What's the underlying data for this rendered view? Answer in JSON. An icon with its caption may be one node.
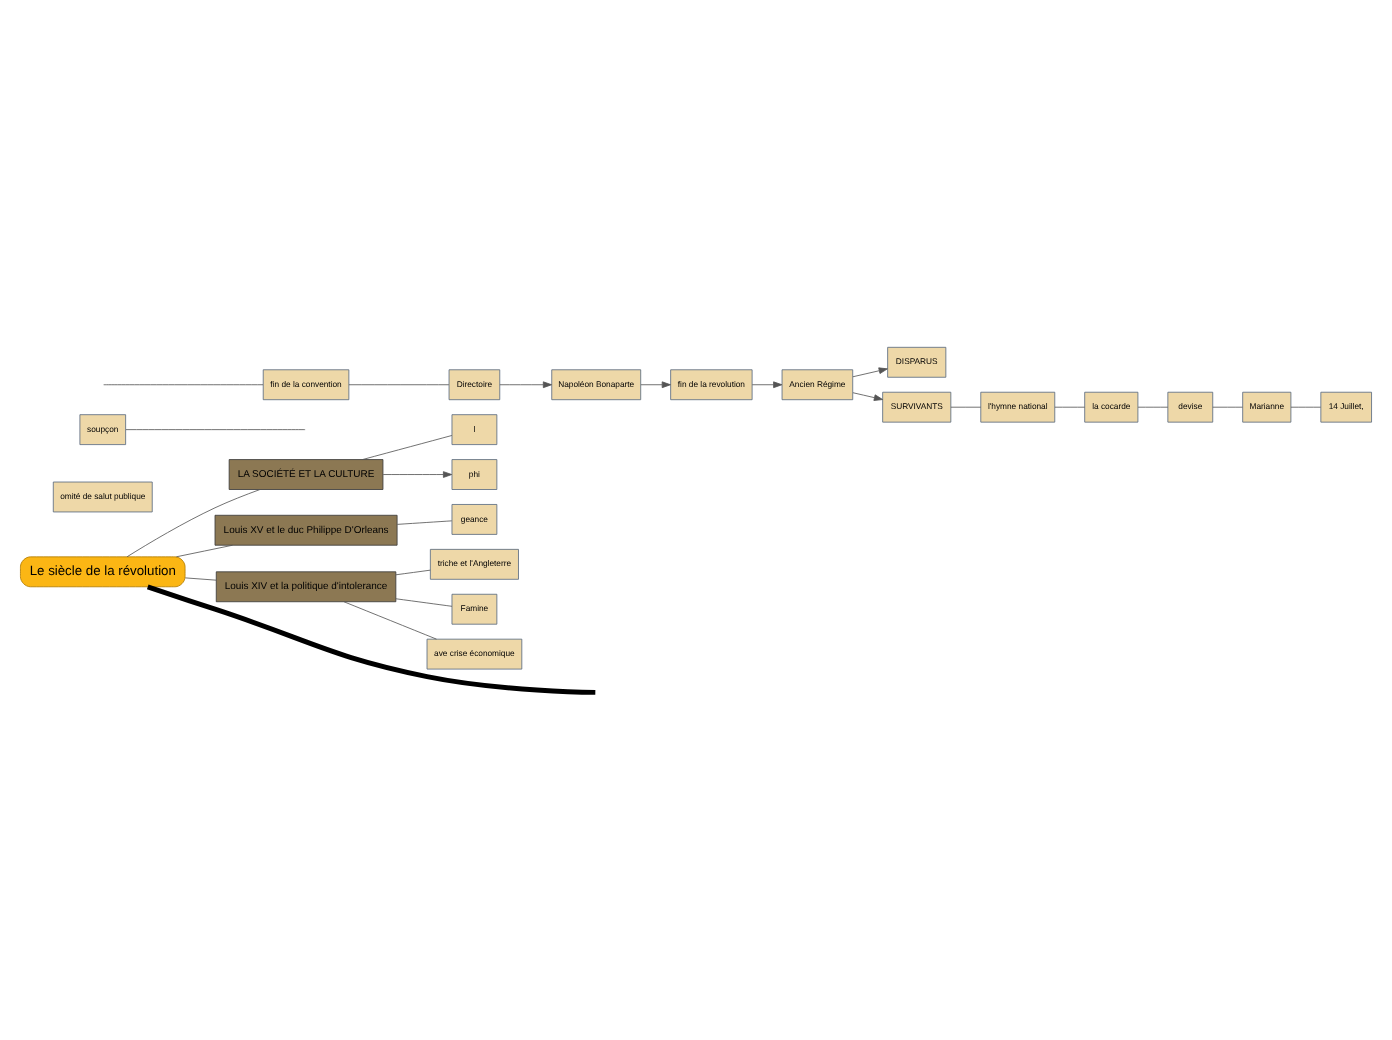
{
  "diagram": {
    "nodes": [
      {
        "text": [
          "Le siècle de la révolution"
        ]
      },
      {
        "text": [
          "LA SOCIÉTÉ ET LA CULTURE"
        ]
      },
      {
        "text": [
          "l"
        ]
      },
      {
        "text": [
          "phi"
        ]
      },
      {
        "text": [
          "Louis XV et le duc Philippe D'Orleans"
        ]
      },
      {
        "text": [
          "geance"
        ]
      },
      {
        "text": [
          "Louis XIV et la politique d'intolerance"
        ]
      },
      {
        "text": [
          "triche et l'Angleterre"
        ]
      },
      {
        "text": [
          "Famine"
        ]
      },
      {
        "text": [
          "ave crise économique"
        ]
      },
      {
        "text": [
          "omité de salut publique"
        ]
      },
      {
        "text": [
          "soupçon"
        ]
      },
      {
        "text": [
          "fin de la convention"
        ]
      },
      {
        "text": [
          "Directoire"
        ]
      },
      {
        "text": [
          "Napoléon Bonaparte"
        ]
      },
      {
        "text": [
          "fin de la revolution"
        ]
      },
      {
        "text": [
          "Ancien Régime"
        ]
      },
      {
        "text": [
          "DISPARUS"
        ]
      },
      {
        "text": [
          "SURVIVANTS"
        ]
      },
      {
        "text": [
          "l'hymne national"
        ]
      },
      {
        "text": [
          "la cocarde"
        ]
      },
      {
        "text": [
          "devise"
        ]
      },
      {
        "text": [
          "Marianne"
        ]
      },
      {
        "text": [
          "14 Juillet,"
        ]
      }
    ],
    "edges": [
      {
        "from": 0,
        "to": 1,
        "arrow": "none"
      },
      {
        "from": 1,
        "to": 2,
        "arrow": "none"
      },
      {
        "from": 1,
        "to": 3,
        "arrow": "to"
      },
      {
        "from": 0,
        "to": 4,
        "arrow": "none"
      },
      {
        "from": 4,
        "to": 5,
        "arrow": "none"
      },
      {
        "from": 0,
        "to": 6,
        "arrow": "none"
      },
      {
        "from": 6,
        "to": 7,
        "arrow": "none"
      },
      {
        "from": 6,
        "to": 8,
        "arrow": "none"
      },
      {
        "from": 6,
        "to": 9,
        "arrow": "none"
      },
      {
        "from": 0,
        "to": null,
        "arrow": "none",
        "style": "thick",
        "color": "#000000"
      },
      {
        "from": 11,
        "to": null,
        "arrow": "none"
      },
      {
        "from": null,
        "to": 12,
        "arrow": "none"
      },
      {
        "from": 12,
        "to": 13,
        "arrow": "none"
      },
      {
        "from": 13,
        "to": 14,
        "arrow": "to"
      },
      {
        "from": 14,
        "to": 15,
        "arrow": "to"
      },
      {
        "from": 15,
        "to": 16,
        "arrow": "to"
      },
      {
        "from": 16,
        "to": 17,
        "arrow": "to"
      },
      {
        "from": 16,
        "to": 18,
        "arrow": "to"
      },
      {
        "from": 18,
        "to": 19,
        "arrow": "none"
      },
      {
        "from": 19,
        "to": 20,
        "arrow": "none"
      },
      {
        "from": 20,
        "to": 21,
        "arrow": "none"
      },
      {
        "from": 21,
        "to": 22,
        "arrow": "none"
      },
      {
        "from": 22,
        "to": 23,
        "arrow": "none"
      }
    ]
  }
}
